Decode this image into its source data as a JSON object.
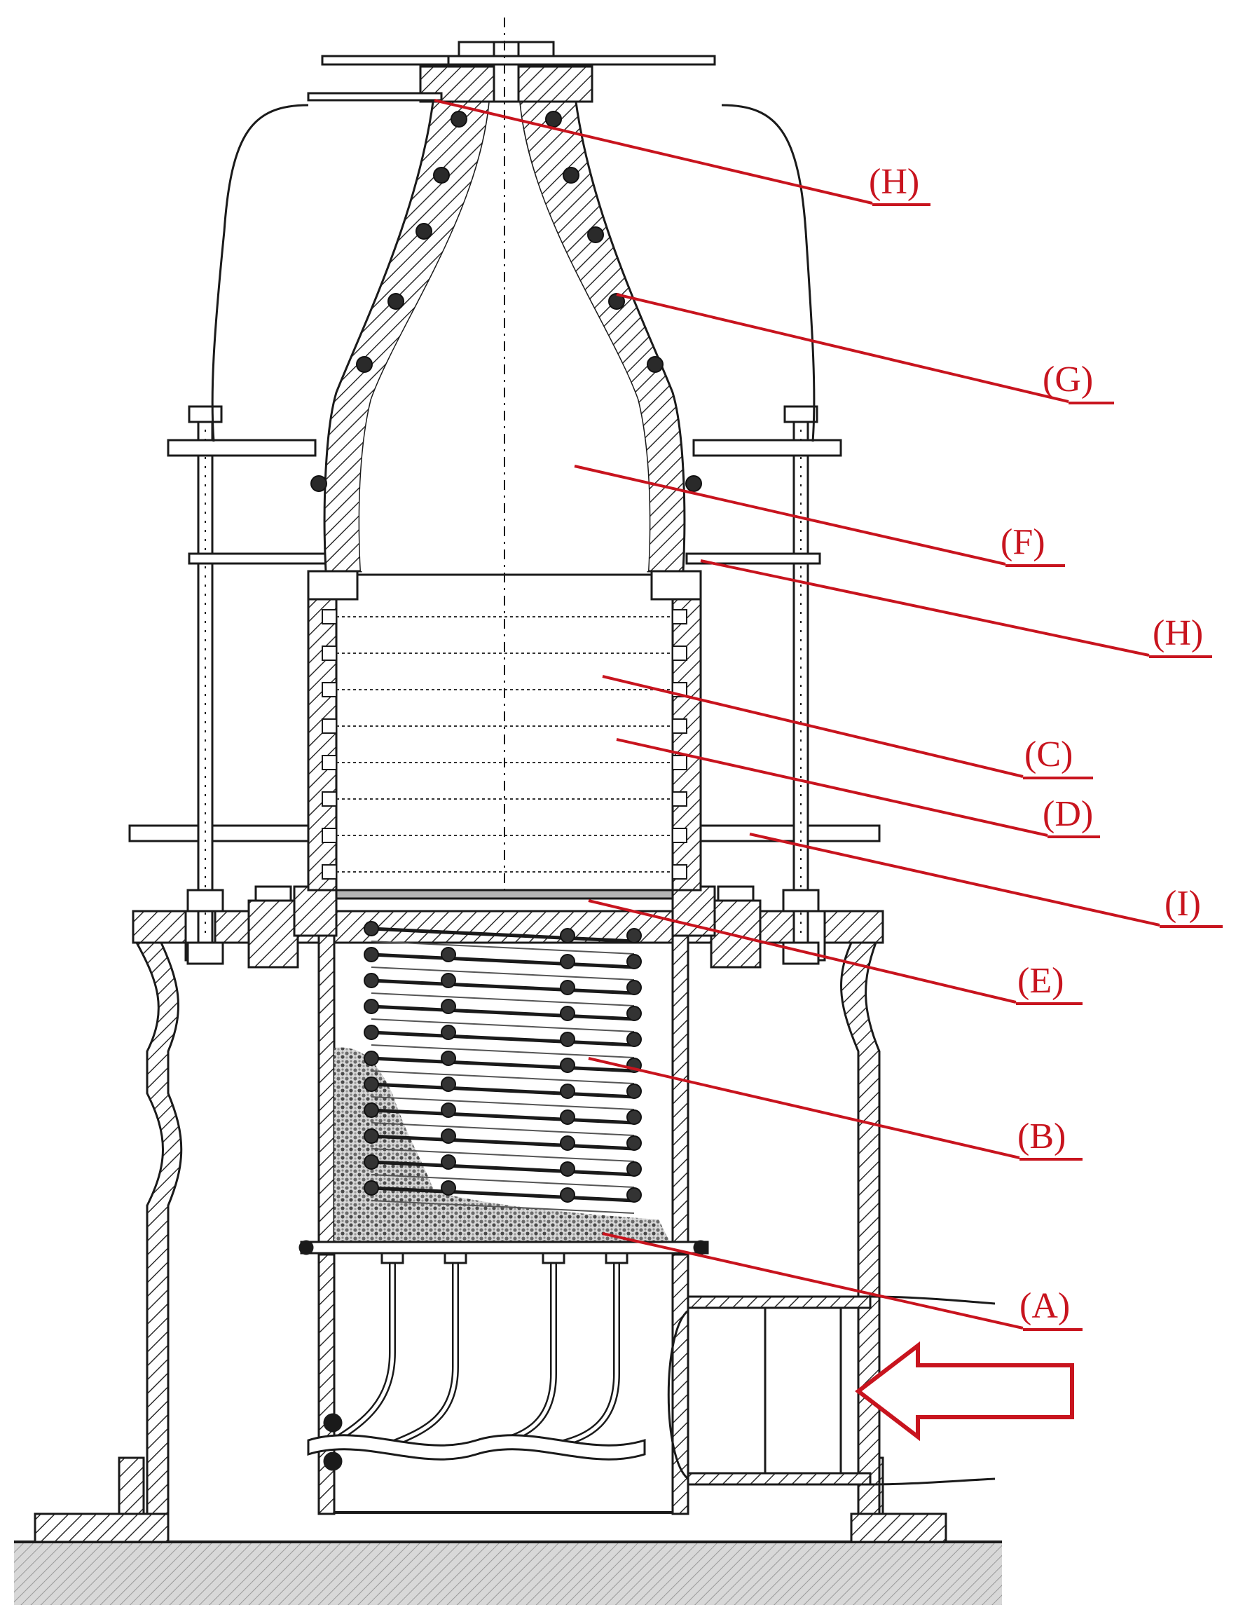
{
  "diagram": {
    "colors": {
      "ink": "#1a1a1a",
      "label": "#c8141e",
      "hatch": "#2a2a2a",
      "ground": "#cfcfcf"
    },
    "labels": [
      {
        "id": "h-top",
        "text": "(H)"
      },
      {
        "id": "g",
        "text": "(G)"
      },
      {
        "id": "f",
        "text": "(F)"
      },
      {
        "id": "h-mid",
        "text": "(H)"
      },
      {
        "id": "c",
        "text": "(C)"
      },
      {
        "id": "d",
        "text": "(D)"
      },
      {
        "id": "i",
        "text": "(I)"
      },
      {
        "id": "e",
        "text": "(E)"
      },
      {
        "id": "b",
        "text": "(B)"
      },
      {
        "id": "a",
        "text": "(A)"
      }
    ],
    "inlet_arrow": {
      "icon": "inlet-arrow-icon",
      "direction": "left"
    }
  }
}
